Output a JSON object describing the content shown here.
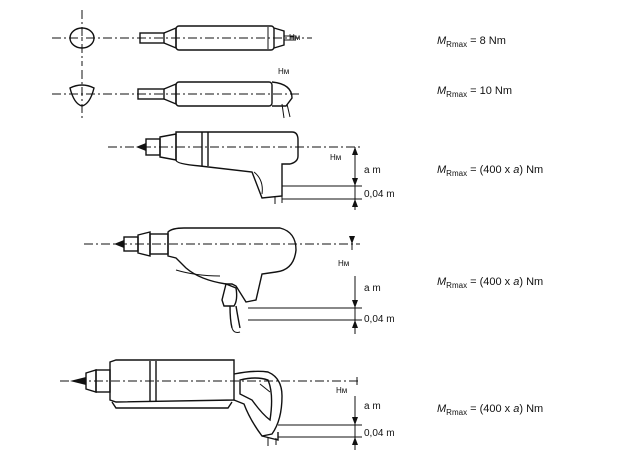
{
  "rows": [
    {
      "hm_label": "Hм",
      "formula": {
        "sub": "Rmax",
        "rest": " = 8 Nm"
      }
    },
    {
      "hm_label": "Hм",
      "formula": {
        "sub": "Rmax",
        "rest": " = 10 Nm"
      }
    },
    {
      "hm_label": "Hм",
      "arm_label": "a m",
      "offset_label": "0,04 m",
      "formula": {
        "sub": "Rmax",
        "rest_pre": " = (400 x ",
        "rest_var": "a",
        "rest_post": ") Nm"
      }
    },
    {
      "hm_label": "Hм",
      "arm_label": "a m",
      "offset_label": "0,04 m",
      "formula": {
        "sub": "Rmax",
        "rest_pre": " = (400 x ",
        "rest_var": "a",
        "rest_post": ") Nm"
      }
    },
    {
      "hm_label": "Hм",
      "arm_label": "a m",
      "offset_label": "0,04 m",
      "formula": {
        "sub": "Rmax",
        "rest_pre": " = (400 x ",
        "rest_var": "a",
        "rest_post": ") Nm"
      }
    }
  ],
  "formula_symbol": "M"
}
